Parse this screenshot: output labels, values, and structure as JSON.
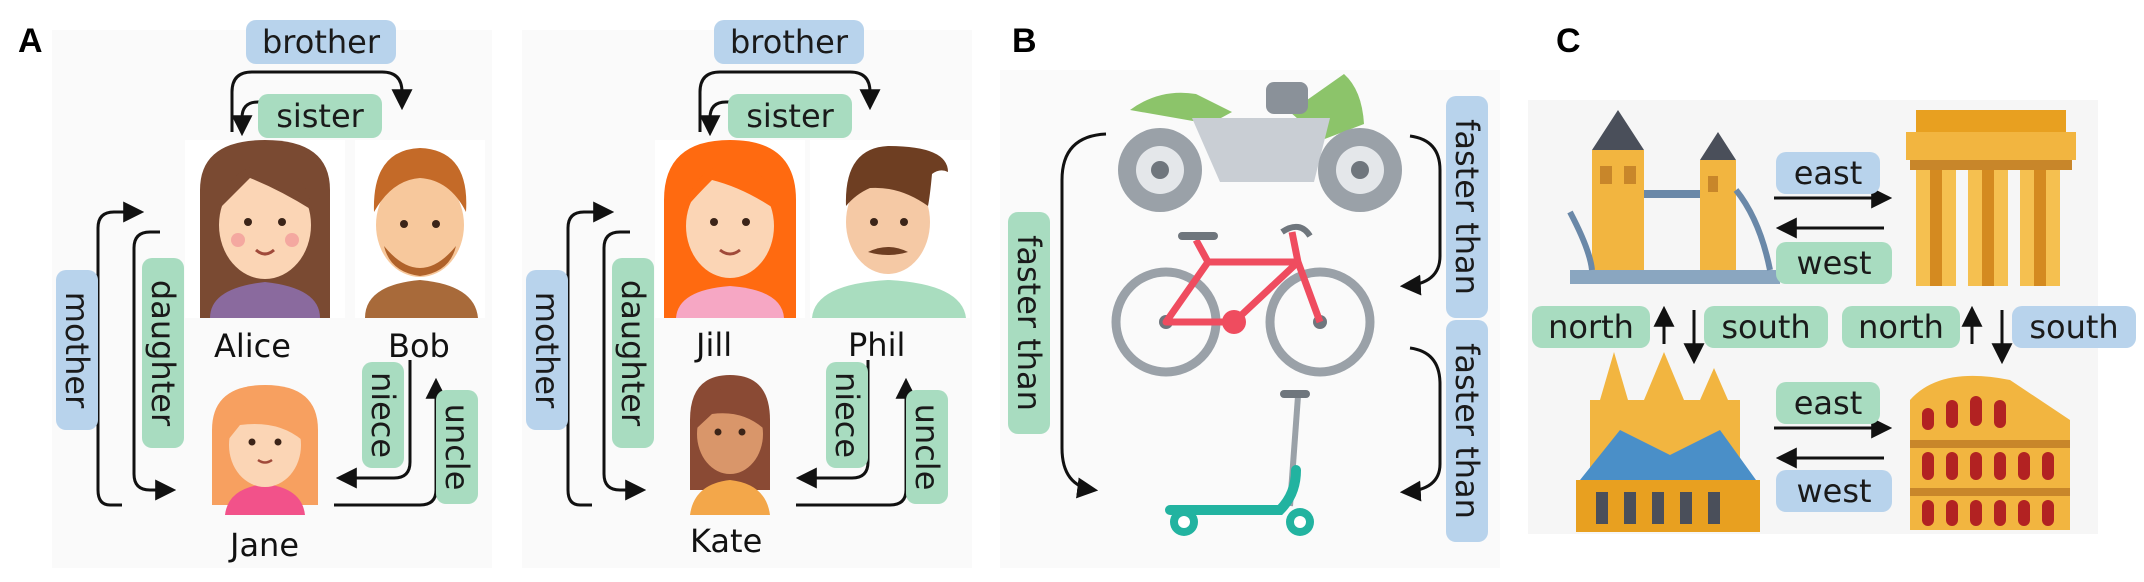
{
  "panels": {
    "a": "A",
    "b": "B",
    "c": "C"
  },
  "colors": {
    "blue_tag": "#b8d3ec",
    "green_tag": "#a8dcc0",
    "arrow": "#111111"
  },
  "family1": {
    "names": {
      "p1": "Alice",
      "p2": "Bob",
      "child": "Jane"
    },
    "relations": {
      "top_outer": "brother",
      "top_inner": "sister",
      "left_outer": "mother",
      "left_inner": "daughter",
      "right_inner": "niece",
      "right_outer": "uncle"
    }
  },
  "family2": {
    "names": {
      "p1": "Jill",
      "p2": "Phil",
      "child": "Kate"
    },
    "relations": {
      "top_outer": "brother",
      "top_inner": "sister",
      "left_outer": "mother",
      "left_inner": "daughter",
      "right_inner": "niece",
      "right_outer": "uncle"
    }
  },
  "vehicles": {
    "items": [
      "motorcycle-icon",
      "bicycle-icon",
      "scooter-icon"
    ],
    "relations": {
      "left": "faster than",
      "right_top": "faster than",
      "right_bottom": "faster than"
    }
  },
  "landmarks": {
    "items": [
      "tower-bridge-icon",
      "pantheon-icon",
      "cathedral-icon",
      "colosseum-icon"
    ],
    "relations": {
      "top_east": "east",
      "top_west": "west",
      "bottom_east": "east",
      "bottom_west": "west",
      "left_north": "north",
      "left_south": "south",
      "right_north": "north",
      "right_south": "south"
    }
  }
}
